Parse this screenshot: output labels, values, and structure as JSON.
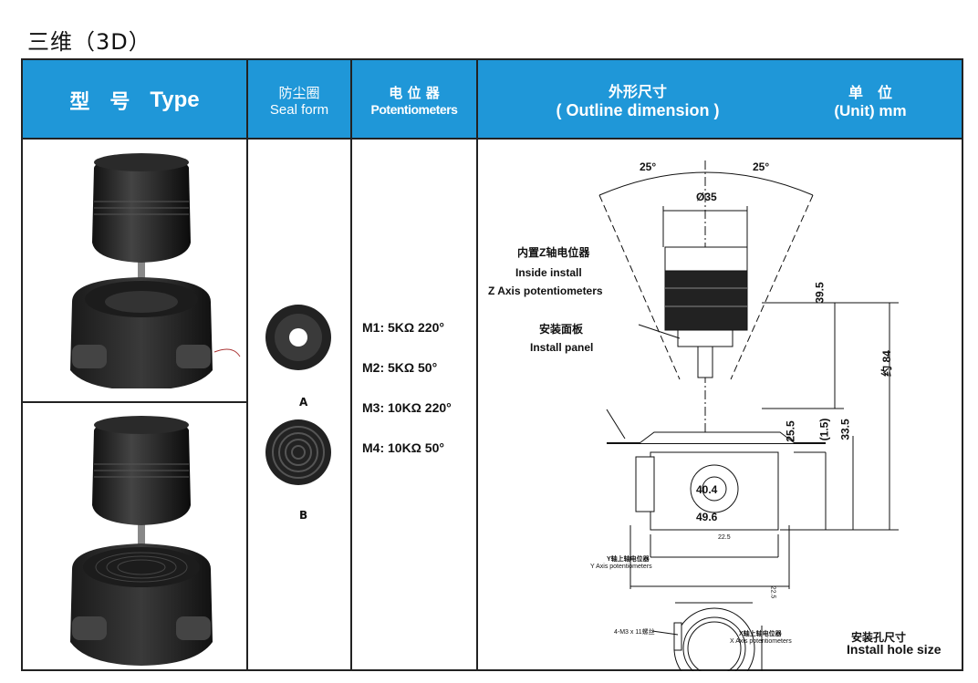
{
  "page_title": "三维（3D）",
  "header": {
    "type_cn": "型　号",
    "type_en": "Type",
    "seal_cn": "防尘圈",
    "seal_en": "Seal form",
    "pot_cn": "电 位 器",
    "pot_en": "Potentiometers",
    "outline_cn": "外形尺寸",
    "outline_en": "( Outline dimension )",
    "unit_cn": "单　位",
    "unit_en": "(Unit) mm"
  },
  "seal_forms": [
    {
      "label": "A"
    },
    {
      "label": "B"
    }
  ],
  "potentiometers": [
    "M1: 5KΩ  220°",
    "M2: 5KΩ  50°",
    "M3: 10KΩ  220°",
    "M4: 10KΩ  50°"
  ],
  "dimensions": {
    "angle_left": "25°",
    "angle_right": "25°",
    "diameter": "Ø35",
    "z_axis_cn": "内置Z轴电位器",
    "z_axis_en1": "Inside install",
    "z_axis_en2": "Z Axis potentiometers",
    "panel_cn": "安装面板",
    "panel_en": "Install panel",
    "h_39_5": "39.5",
    "h_84": "约 84",
    "h_25_5": "25.5",
    "h_1_5": "(1.5)",
    "h_33_5": "33.5",
    "w_40_4": "40.4",
    "w_49_6": "49.6",
    "y_axis_cn": "Y轴上轴电位器",
    "y_axis_en": "Y Axis potentiometers",
    "x_axis_cn": "X轴上轴电位器",
    "x_axis_en": "X Axis potentiometers",
    "hole_note": "4-M3 x 11螺丝",
    "hole_w": "22.5",
    "hole_h": "22.5",
    "install_hole_cn": "安装孔尺寸",
    "install_hole_en": "Install hole size"
  }
}
